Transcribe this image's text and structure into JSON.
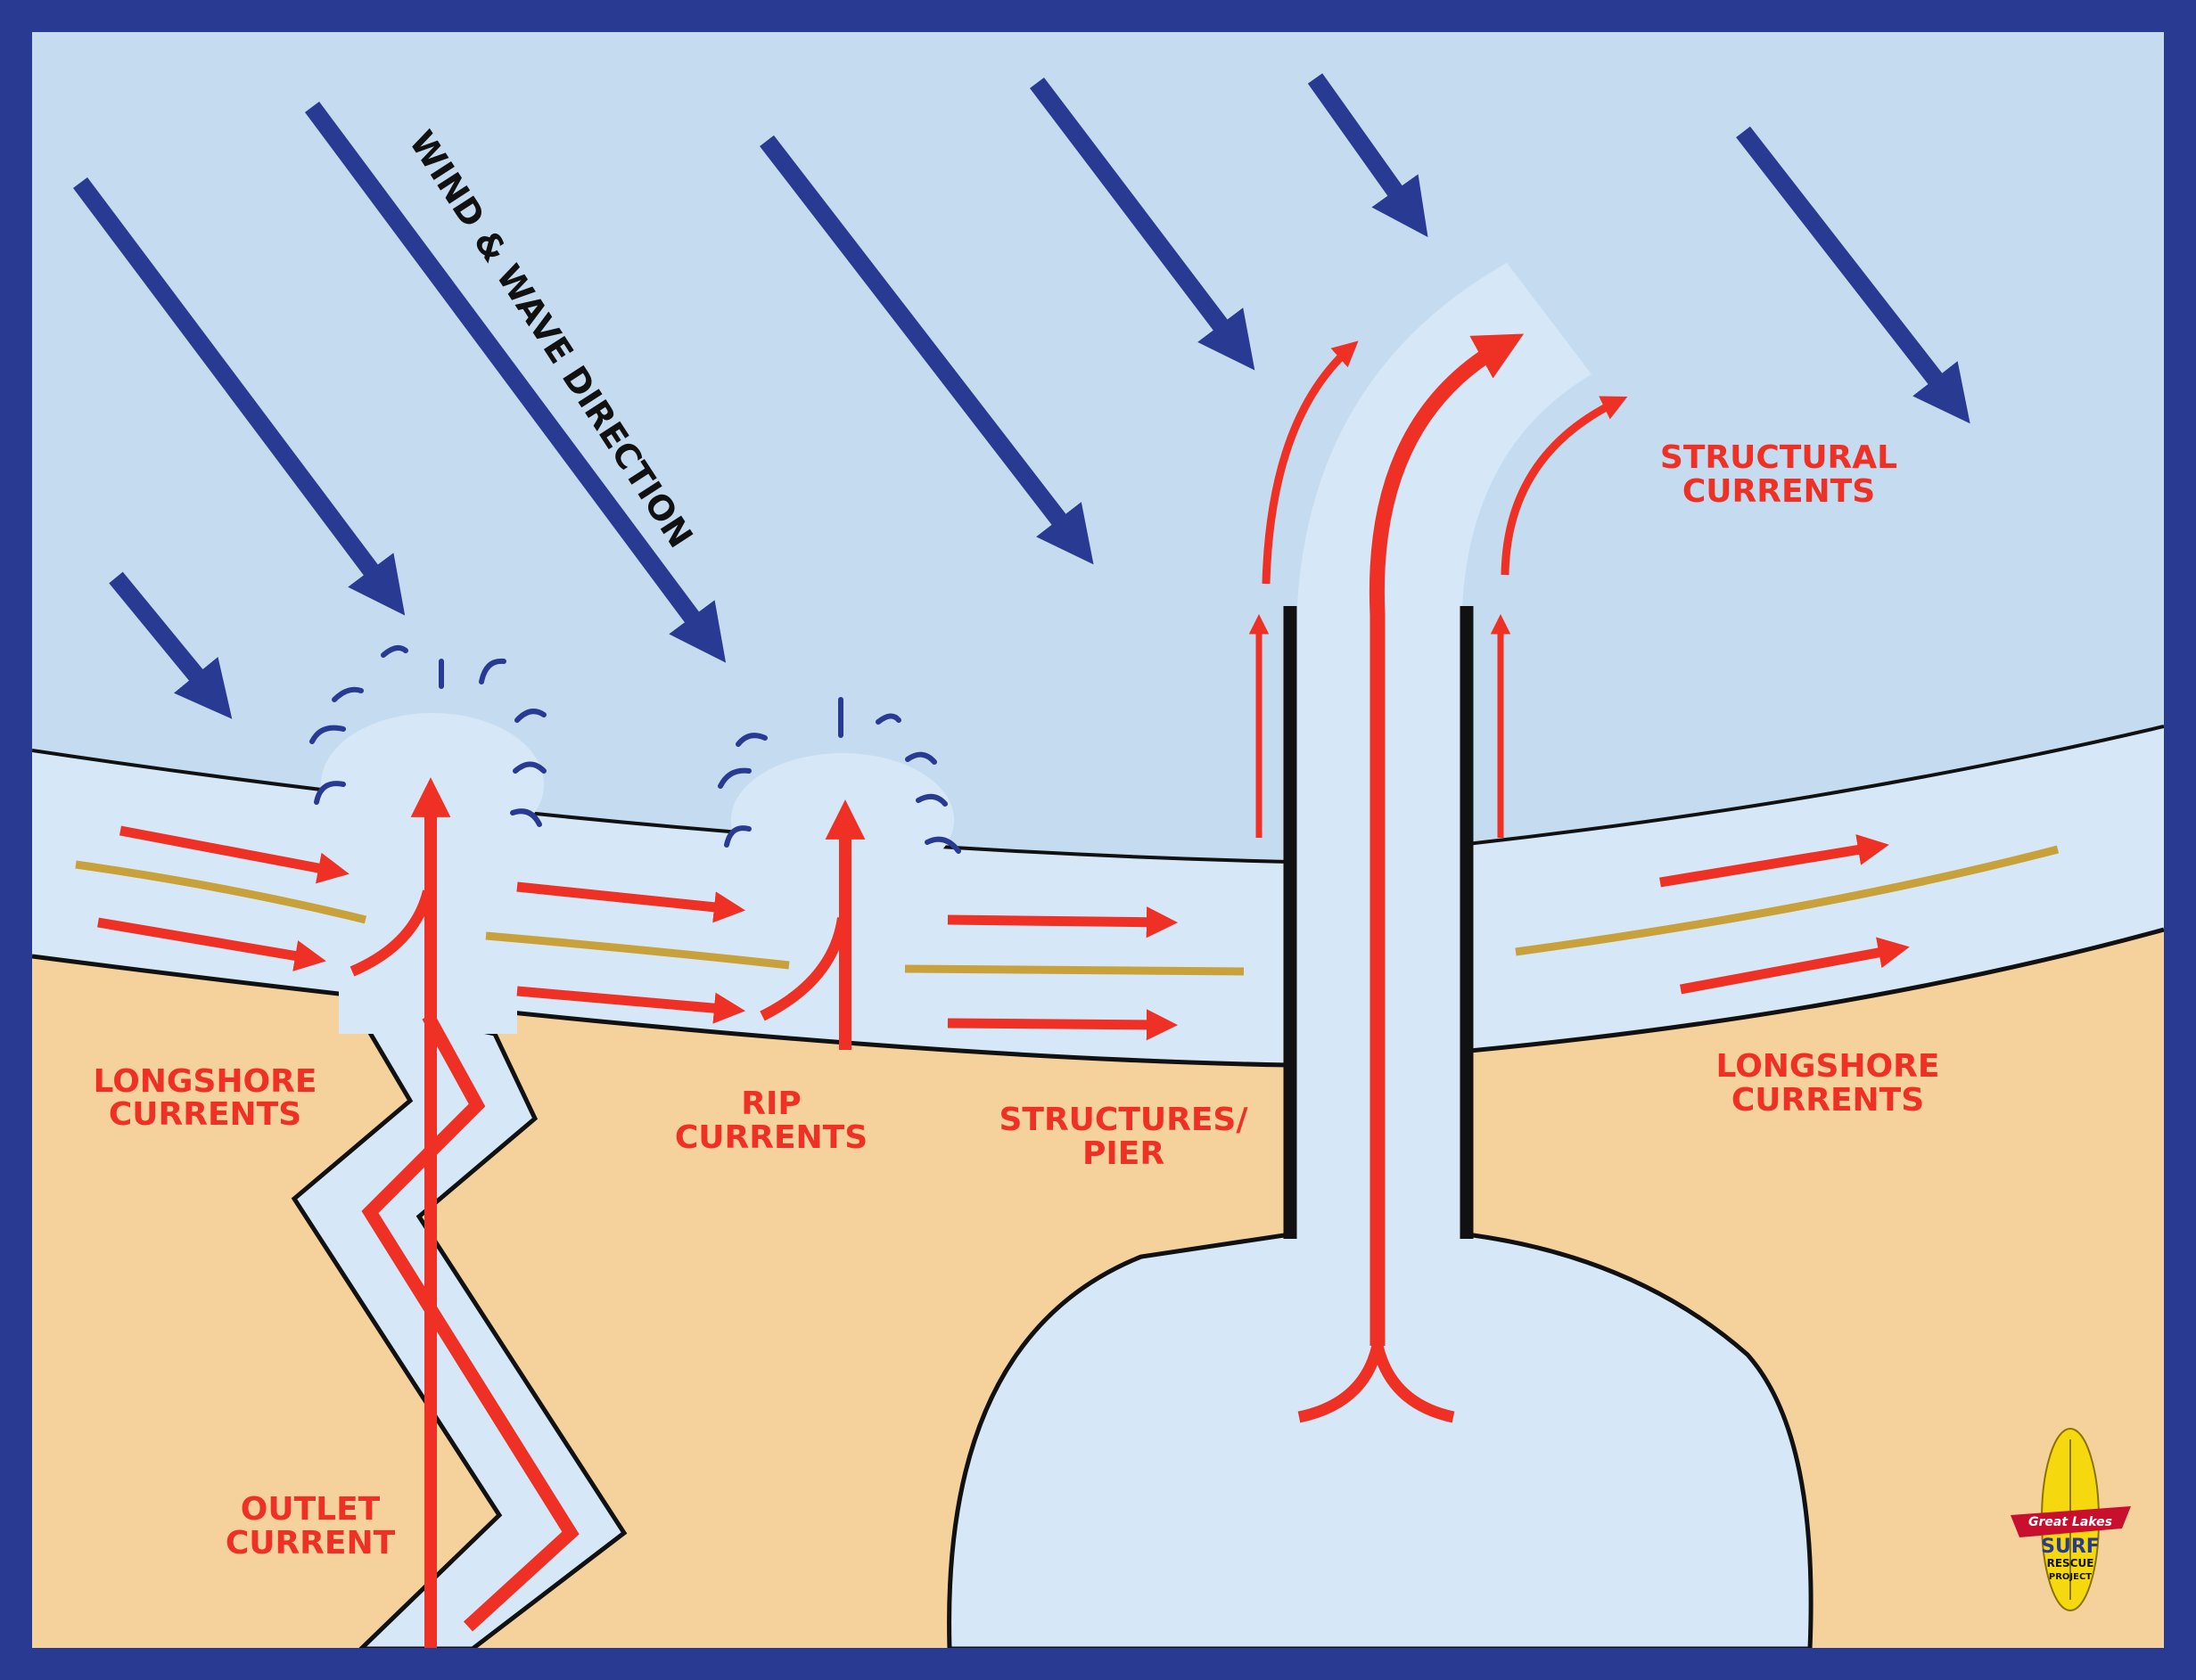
{
  "diagram": {
    "wind_label": "WIND & WAVE DIRECTION",
    "labels": {
      "longshore_left_1": "LONGSHORE",
      "longshore_left_2": "CURRENTS",
      "rip_1": "RIP",
      "rip_2": "CURRENTS",
      "structures_1": "STRUCTURES/",
      "structures_2": "PIER",
      "structural_1": "STRUCTURAL",
      "structural_2": "CURRENTS",
      "longshore_right_1": "LONGSHORE",
      "longshore_right_2": "CURRENTS",
      "outlet_1": "OUTLET",
      "outlet_2": "CURRENT"
    },
    "logo": {
      "line1": "Great Lakes",
      "line2": "SURF",
      "line3": "RESCUE",
      "line4": "PROJECT"
    },
    "colors": {
      "border": "#293a92",
      "lake": "#c5dcf0",
      "surf_zone": "#d6e8f8",
      "sand": "#f5d29c",
      "current_red": "#ee3124",
      "wind_blue": "#293a92",
      "sandbar": "#c9a13a",
      "logo_yellow": "#f5d90e"
    }
  }
}
